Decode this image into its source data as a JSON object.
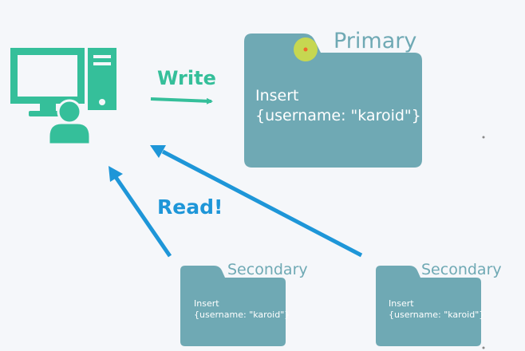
{
  "arrows": {
    "write_label": "Write",
    "read_label": "Read!",
    "write_color": "#35bf9a",
    "read_color": "#1e96d8"
  },
  "primary": {
    "title": "Primary",
    "line1": "Insert",
    "line2": "{username: \"karoid\"}"
  },
  "secondary_1": {
    "title": "Secondary",
    "line1": "Insert",
    "line2": "{username: \"karoid\"}"
  },
  "secondary_2": {
    "title": "Secondary",
    "line1": "Insert",
    "line2": "{username: \"karoid\"}"
  },
  "colors": {
    "computer": "#35bf9a",
    "folder": "#6fa9b4",
    "background": "#f5f7fa"
  }
}
